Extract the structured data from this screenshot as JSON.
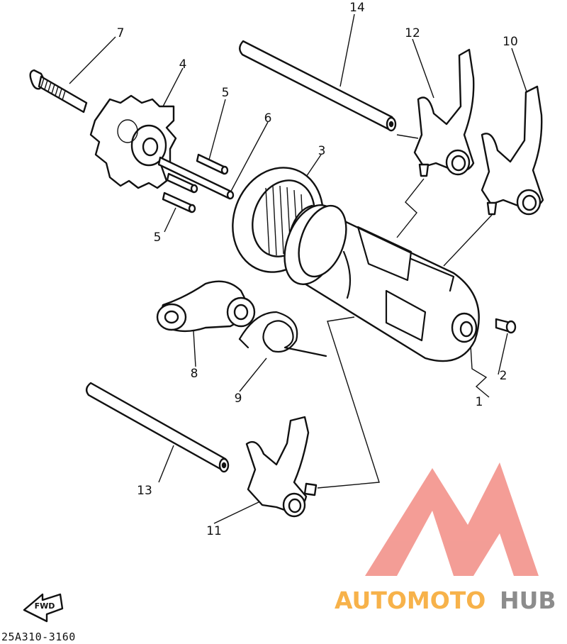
{
  "diagram": {
    "part_code": "25A310-3160",
    "fwd_label": "FWD"
  },
  "callouts": {
    "c1": "1",
    "c2": "2",
    "c3": "3",
    "c4": "4",
    "c5a": "5",
    "c5b": "5",
    "c6": "6",
    "c7": "7",
    "c8": "8",
    "c9": "9",
    "c10": "10",
    "c11": "11",
    "c12": "12",
    "c13": "13",
    "c14": "14"
  },
  "watermark": {
    "brand_part1": "AUTOMOTO",
    "brand_part2": "HUB",
    "color_part1": "#f7b24a",
    "color_part2": "#8c8c8c",
    "logo_color": "#f28c84"
  }
}
